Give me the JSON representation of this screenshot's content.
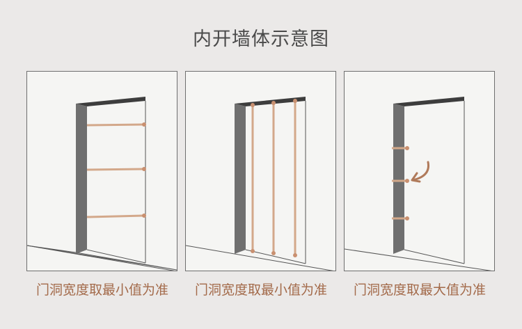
{
  "title": "内开墙体示意图",
  "panels": [
    {
      "caption": "门洞宽度取最小值为准",
      "measure": "horizontal-min"
    },
    {
      "caption": "门洞宽度取最小值为准",
      "measure": "vertical-min"
    },
    {
      "caption": "门洞宽度取最大值为准",
      "measure": "depth-max"
    }
  ],
  "colors": {
    "background": "#ebe9e8",
    "panel": "#f5f5f3",
    "wall_side": "#6f6f6f",
    "frame_top": "#3d3d3d",
    "measure_line": "#d3a88a",
    "measure_dot": "#c99070",
    "arrow": "#b07a5a",
    "caption": "#a36a4a"
  }
}
